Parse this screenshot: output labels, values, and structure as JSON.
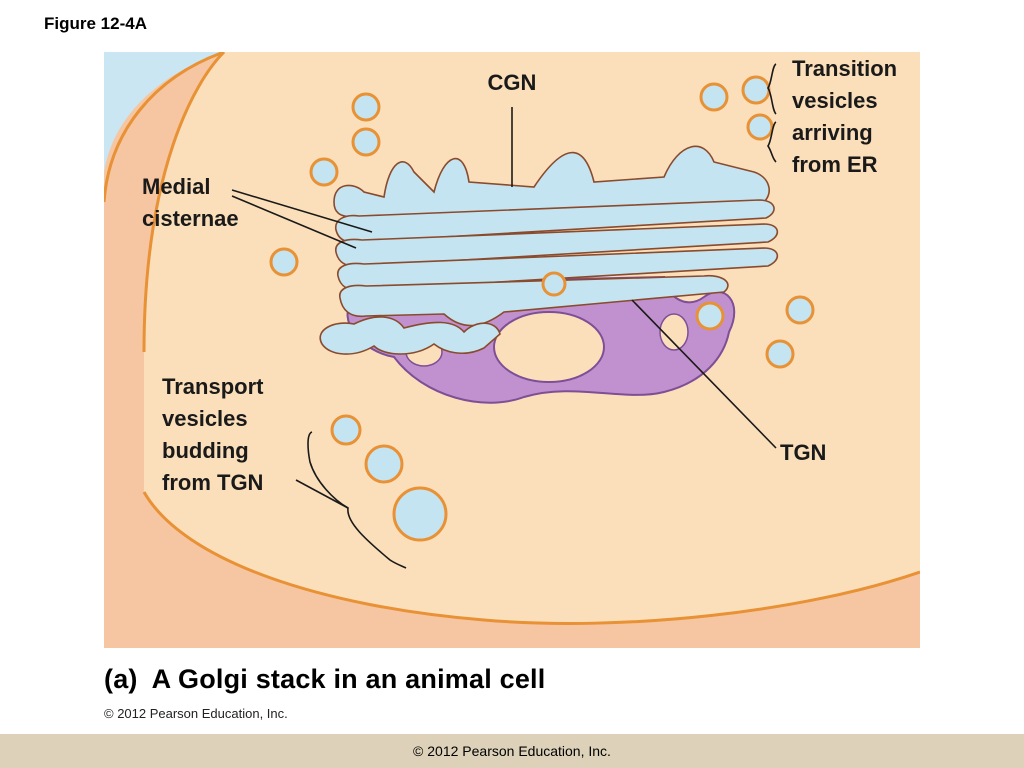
{
  "figure_title": "Figure 12-4A",
  "labels": {
    "cgn": "CGN",
    "tgn": "TGN",
    "transition": [
      "Transition",
      "vesicles",
      "arriving",
      "from ER"
    ],
    "medial": [
      "Medial",
      "cisternae"
    ],
    "transport": [
      "Transport",
      "vesicles",
      "budding",
      "from TGN"
    ]
  },
  "caption": {
    "part": "(a)",
    "text": "A Golgi stack in an animal cell"
  },
  "inner_credit": "© 2012 Pearson Education, Inc.",
  "footer_credit": "© 2012 Pearson Education, Inc.",
  "colors": {
    "cytoplasm": "#fbdfba",
    "cell_band": "#f5c6a1",
    "extracellular": "#c9e6f2",
    "membrane": "#e89135",
    "lumen": "#c3e4f0",
    "tgn": "#c191cf",
    "footer": "#ddd2b9"
  }
}
